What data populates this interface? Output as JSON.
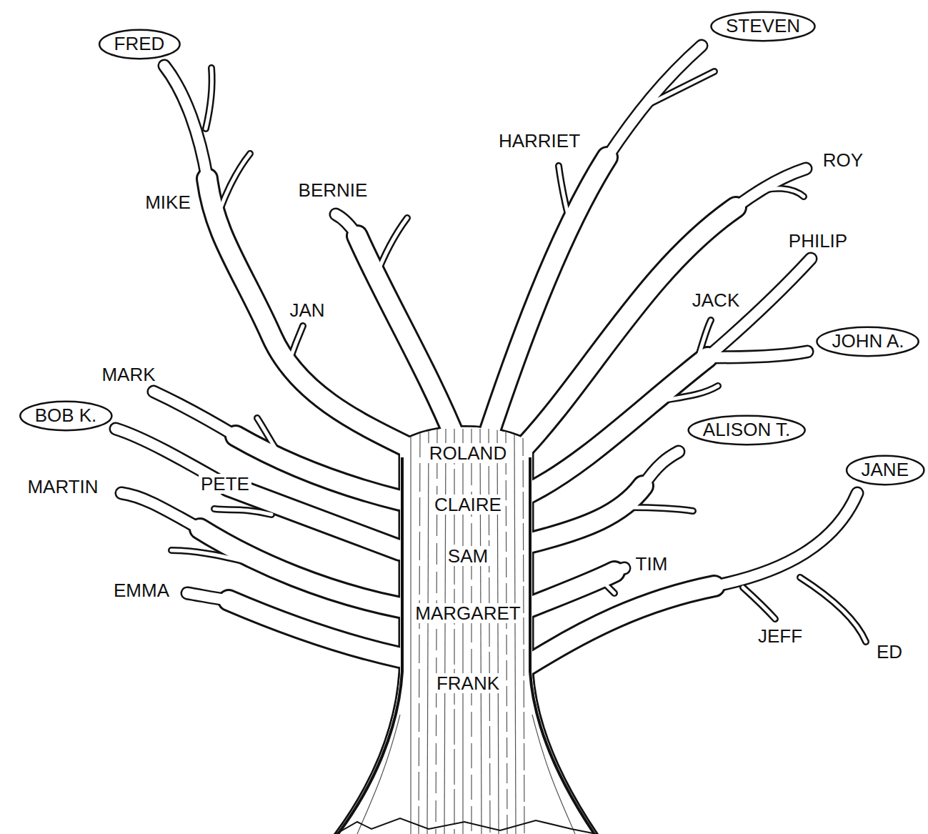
{
  "diagram": {
    "nodes": [
      {
        "text": [
          "FRED"
        ]
      },
      {
        "text": [
          "STEVEN"
        ]
      },
      {
        "text": [
          "BOB K."
        ]
      },
      {
        "text": [
          "JOHN A."
        ]
      },
      {
        "text": [
          "ALISON T."
        ]
      },
      {
        "text": [
          "JANE"
        ]
      }
    ],
    "labels": [
      "HARRIET",
      "ROY",
      "MIKE",
      "BERNIE",
      "PHILIP",
      "JACK",
      "JAN",
      "MARK",
      "ROLAND",
      "CLAIRE",
      "PETE",
      "MARTIN",
      "SAM",
      "TIM",
      "EMMA",
      "MARGARET",
      "JEFF",
      "ED",
      "FRANK"
    ]
  }
}
